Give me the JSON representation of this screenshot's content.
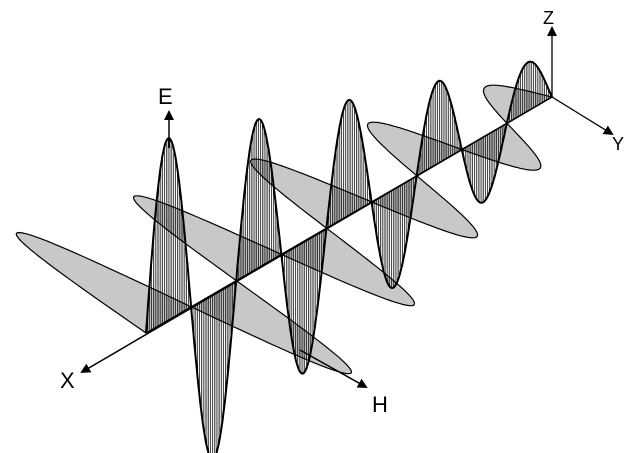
{
  "labels": {
    "x_axis": "X",
    "y_axis": "Y",
    "z_axis": "Z",
    "e_field": "E",
    "h_field": "H"
  },
  "colors": {
    "stroke": "#000000",
    "h_fill": "#c8c8c8",
    "background": "#ffffff"
  }
}
